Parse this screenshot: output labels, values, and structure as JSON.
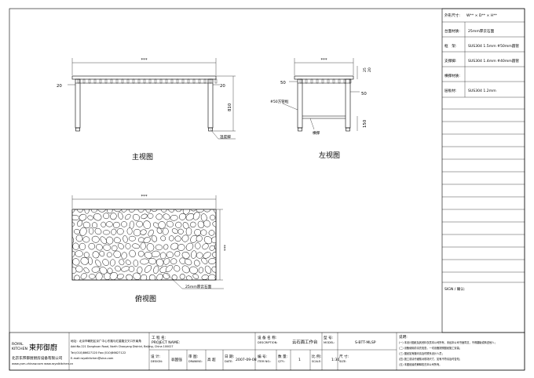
{
  "views": {
    "front": {
      "label": "主视图",
      "dim_width": "***",
      "dim_left": "20",
      "dim_right": "20",
      "dim_height": "810",
      "callout": "温度脚"
    },
    "left": {
      "label": "左视图",
      "dim_width": "***",
      "dim_top_left": "50",
      "dim_right_25": "25",
      "dim_right_20": "20",
      "dim_mid_right": "50",
      "dim_bottom_right": "150",
      "callout_frame": "#50方管框",
      "callout_shelf": "横撑"
    },
    "top": {
      "label": "俯视图",
      "dim_width": "***",
      "dim_depth": "***",
      "callout": "25mm厚云石面"
    }
  },
  "spec_table": {
    "top_row_label": "外形尺寸:",
    "top_row_value": "W** × D** × H**",
    "rows": [
      {
        "label": "台面材质:",
        "value": "25mm厚云石面"
      },
      {
        "label": "框　架:",
        "value": "SUS304 1.5mm #50mm圆管"
      },
      {
        "label": "支撑脚:",
        "value": "SUS304 1.4mm #40mm圆管"
      },
      {
        "label": "横撑材质:",
        "value": ""
      },
      {
        "label": "层板材:",
        "value": "SUS304 1.2mm"
      }
    ],
    "sign_label": "SIGN / 确认:"
  },
  "title_block": {
    "company_en_1": "ROYAL",
    "company_en_2": "KITCHEN",
    "company_cn": "東邦御廚",
    "company_name": "北京东邦御厨厨房设备有限公司",
    "website": "www.yum-chinaw.com  www.royalkitchen.cn",
    "address_cn": "地址：北京市朝阳区京广中心东路与红星路交叉口东南角",
    "address_en": "Add:No.221 Donghuan Road, North Chaoyang District, Beijing, China 100027",
    "tel": "Tel:(010)86627120   Fax:(010)86627122",
    "email": "E-mail:royalkitchen@sina.com",
    "project_label": "工 程 名:",
    "project_label_en": "PROJECT NAME:",
    "designer_label": "设 计:",
    "designer_label_en": "DESIGN:",
    "designer": "翁国强",
    "drawing_label": "审 图:",
    "drawing_label_en": "DRAWING:",
    "drawer": "高 超",
    "date_label": "日 期:",
    "date_label_en": "DATE:",
    "date": "2007-09-08",
    "desc_label": "设 备 名 称:",
    "desc_label_en": "DESCRIPTION:",
    "desc": "云石面工作台",
    "item_label": "编 号:",
    "item_label_en": "ITEM NO.:",
    "qty_label": "数 量:",
    "qty_label_en": "QTY.:",
    "qty": "1",
    "scale_label": "比 例:",
    "scale_label_en": "SCALE:",
    "scale": "1:30",
    "model_label": "型 号:",
    "model_label_en": "MODEL:",
    "model": "S-BTT-MLSP",
    "size_label": "尺 寸:",
    "size_label_en": "SIZE:",
    "notes_label": "说明:",
    "notes": [
      "(一) 本设计图纸及其资料仅供本公司所有，未经本公司书面同意，不得翻版或转送他人；",
      "(二) 设备使用前请先检查，一切设备按照图纸施工安装；",
      "(三) 图纸如有疑问请及时联系设计人员；",
      "(四) 施工前请仔细核对现场尺寸，如有不符请及时告知；",
      "(五) 本图纸最终解释权归本公司所有。"
    ]
  }
}
